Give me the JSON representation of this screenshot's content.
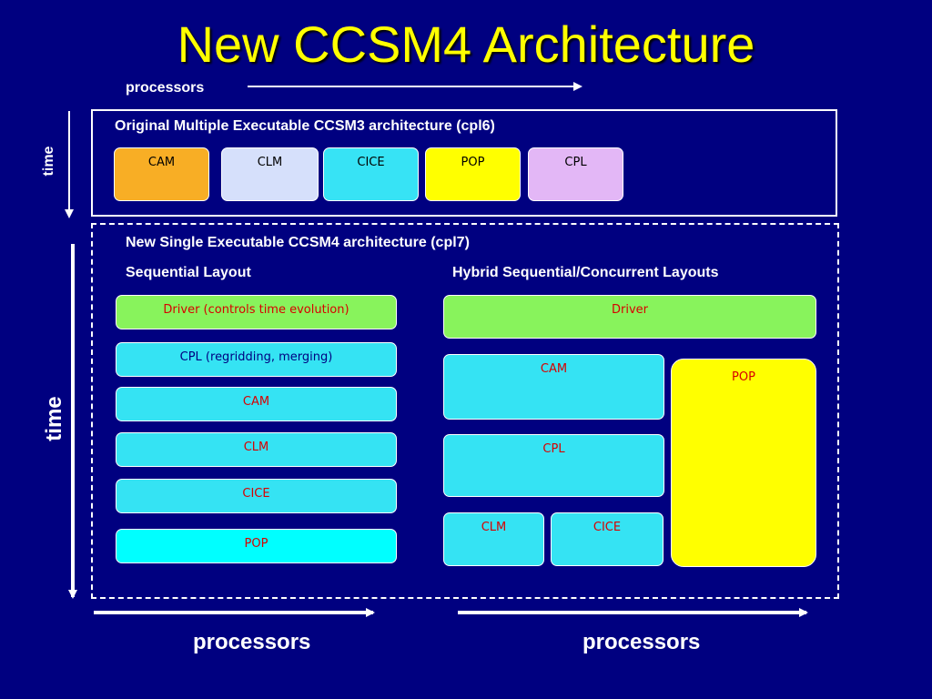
{
  "title": "New CCSM4 Architecture",
  "top_axis": {
    "processors": "processors",
    "time": "time"
  },
  "panel_original": {
    "heading": "Original Multiple Executable CCSM3 architecture  (cpl6)",
    "components": [
      "CAM",
      "CLM",
      "CICE",
      "POP",
      "CPL"
    ]
  },
  "panel_new": {
    "heading": "New Single Executable CCSM4 architecture (cpl7)",
    "sequential": {
      "heading": "Sequential Layout",
      "blocks": [
        "Driver (controls time evolution)",
        "CPL (regridding, merging)",
        "CAM",
        "CLM",
        "CICE",
        "POP"
      ]
    },
    "hybrid": {
      "heading": "Hybrid Sequential/Concurrent Layouts",
      "driver": "Driver",
      "cam": "CAM",
      "cpl": "CPL",
      "clm": "CLM",
      "cice": "CICE",
      "pop": "POP"
    },
    "time": "time"
  },
  "bottom_axis": {
    "left": "processors",
    "right": "processors"
  },
  "colors": {
    "background": "#000080",
    "title": "#ffff00",
    "cam_orange": "#f8ae25",
    "clm_lavender": "#d6e0fb",
    "cice_cyan": "#37e3f5",
    "pop_yellow": "#ffff00",
    "cpl_purple": "#e3b7f6",
    "driver_green": "#88f35c",
    "block_cyan": "#35e3f3",
    "label_red": "#d80000"
  }
}
